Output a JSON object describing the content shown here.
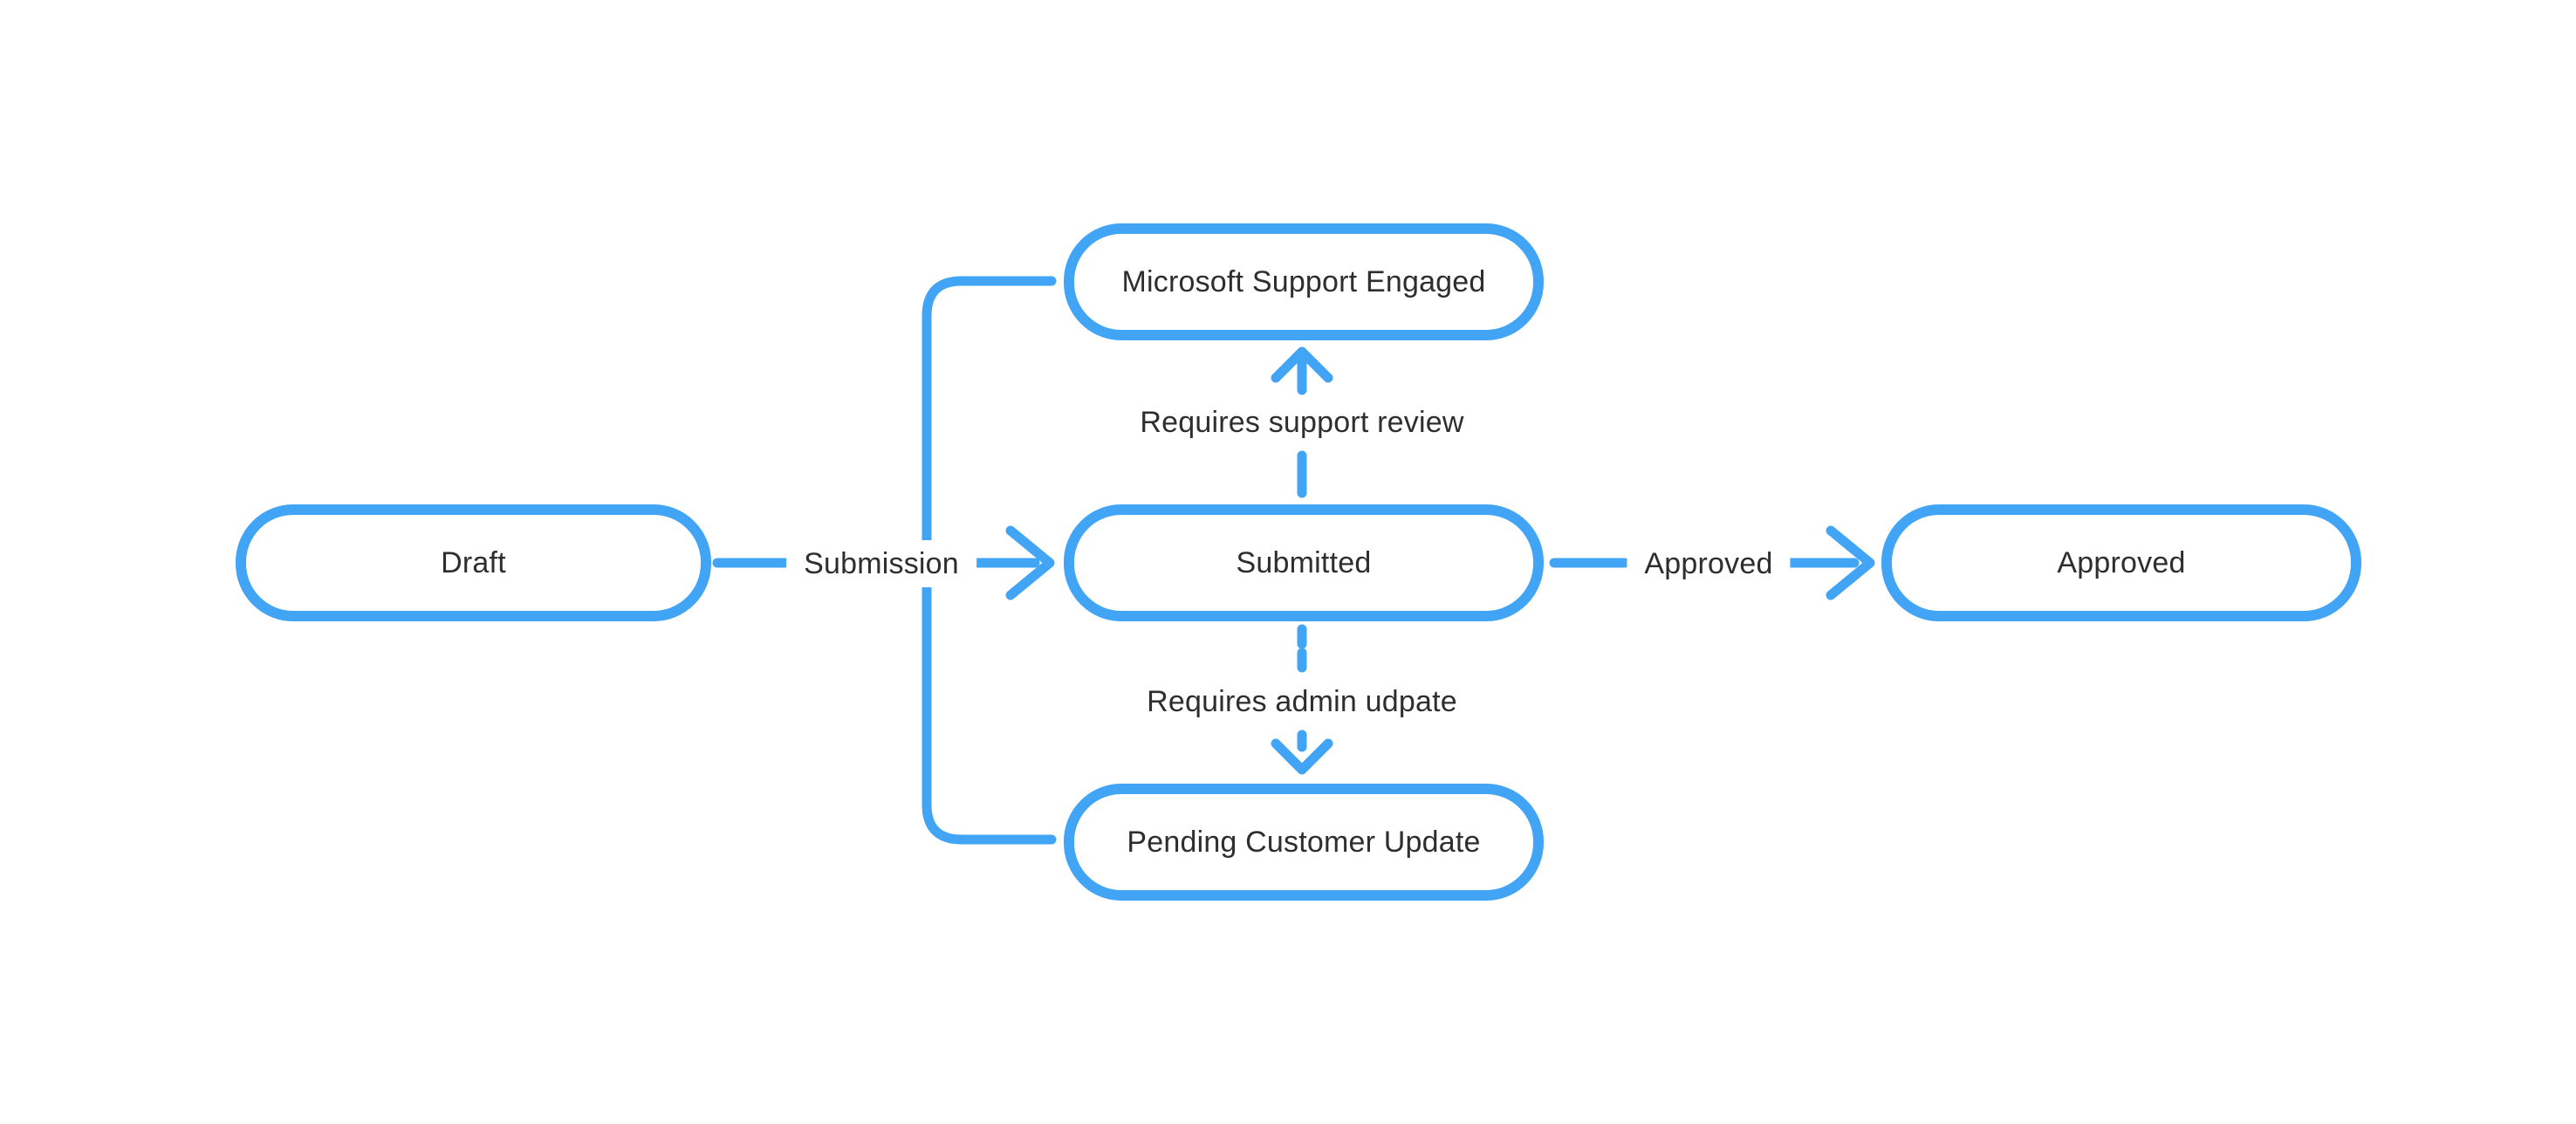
{
  "colors": {
    "accent": "#41a4f5",
    "text": "#2e2e2e",
    "node_fill": "#ffffff",
    "background": "#ffffff"
  },
  "diagram": {
    "type": "flowchart",
    "description": "Workflow state diagram",
    "nodes": [
      {
        "id": "draft",
        "label": "Draft"
      },
      {
        "id": "submitted",
        "label": "Submitted"
      },
      {
        "id": "approved",
        "label": "Approved"
      },
      {
        "id": "microsoft-support-engaged",
        "label": "Microsoft Support Engaged"
      },
      {
        "id": "pending-customer-update",
        "label": "Pending Customer Update"
      }
    ],
    "edges": [
      {
        "from": "draft",
        "to": "submitted",
        "label": "Submission",
        "style": "solid-arrow"
      },
      {
        "from": "submitted",
        "to": "approved",
        "label": "Approved",
        "style": "solid-arrow"
      },
      {
        "from": "submitted",
        "to": "microsoft-support-engaged",
        "label": "Requires support review",
        "style": "solid-arrow-up"
      },
      {
        "from": "submitted",
        "to": "pending-customer-update",
        "label": "Requires admin udpate",
        "style": "dashed-arrow-down"
      },
      {
        "from": "pending-customer-update",
        "to": "microsoft-support-engaged",
        "label": "",
        "style": "elbow-line-no-arrow"
      }
    ]
  }
}
